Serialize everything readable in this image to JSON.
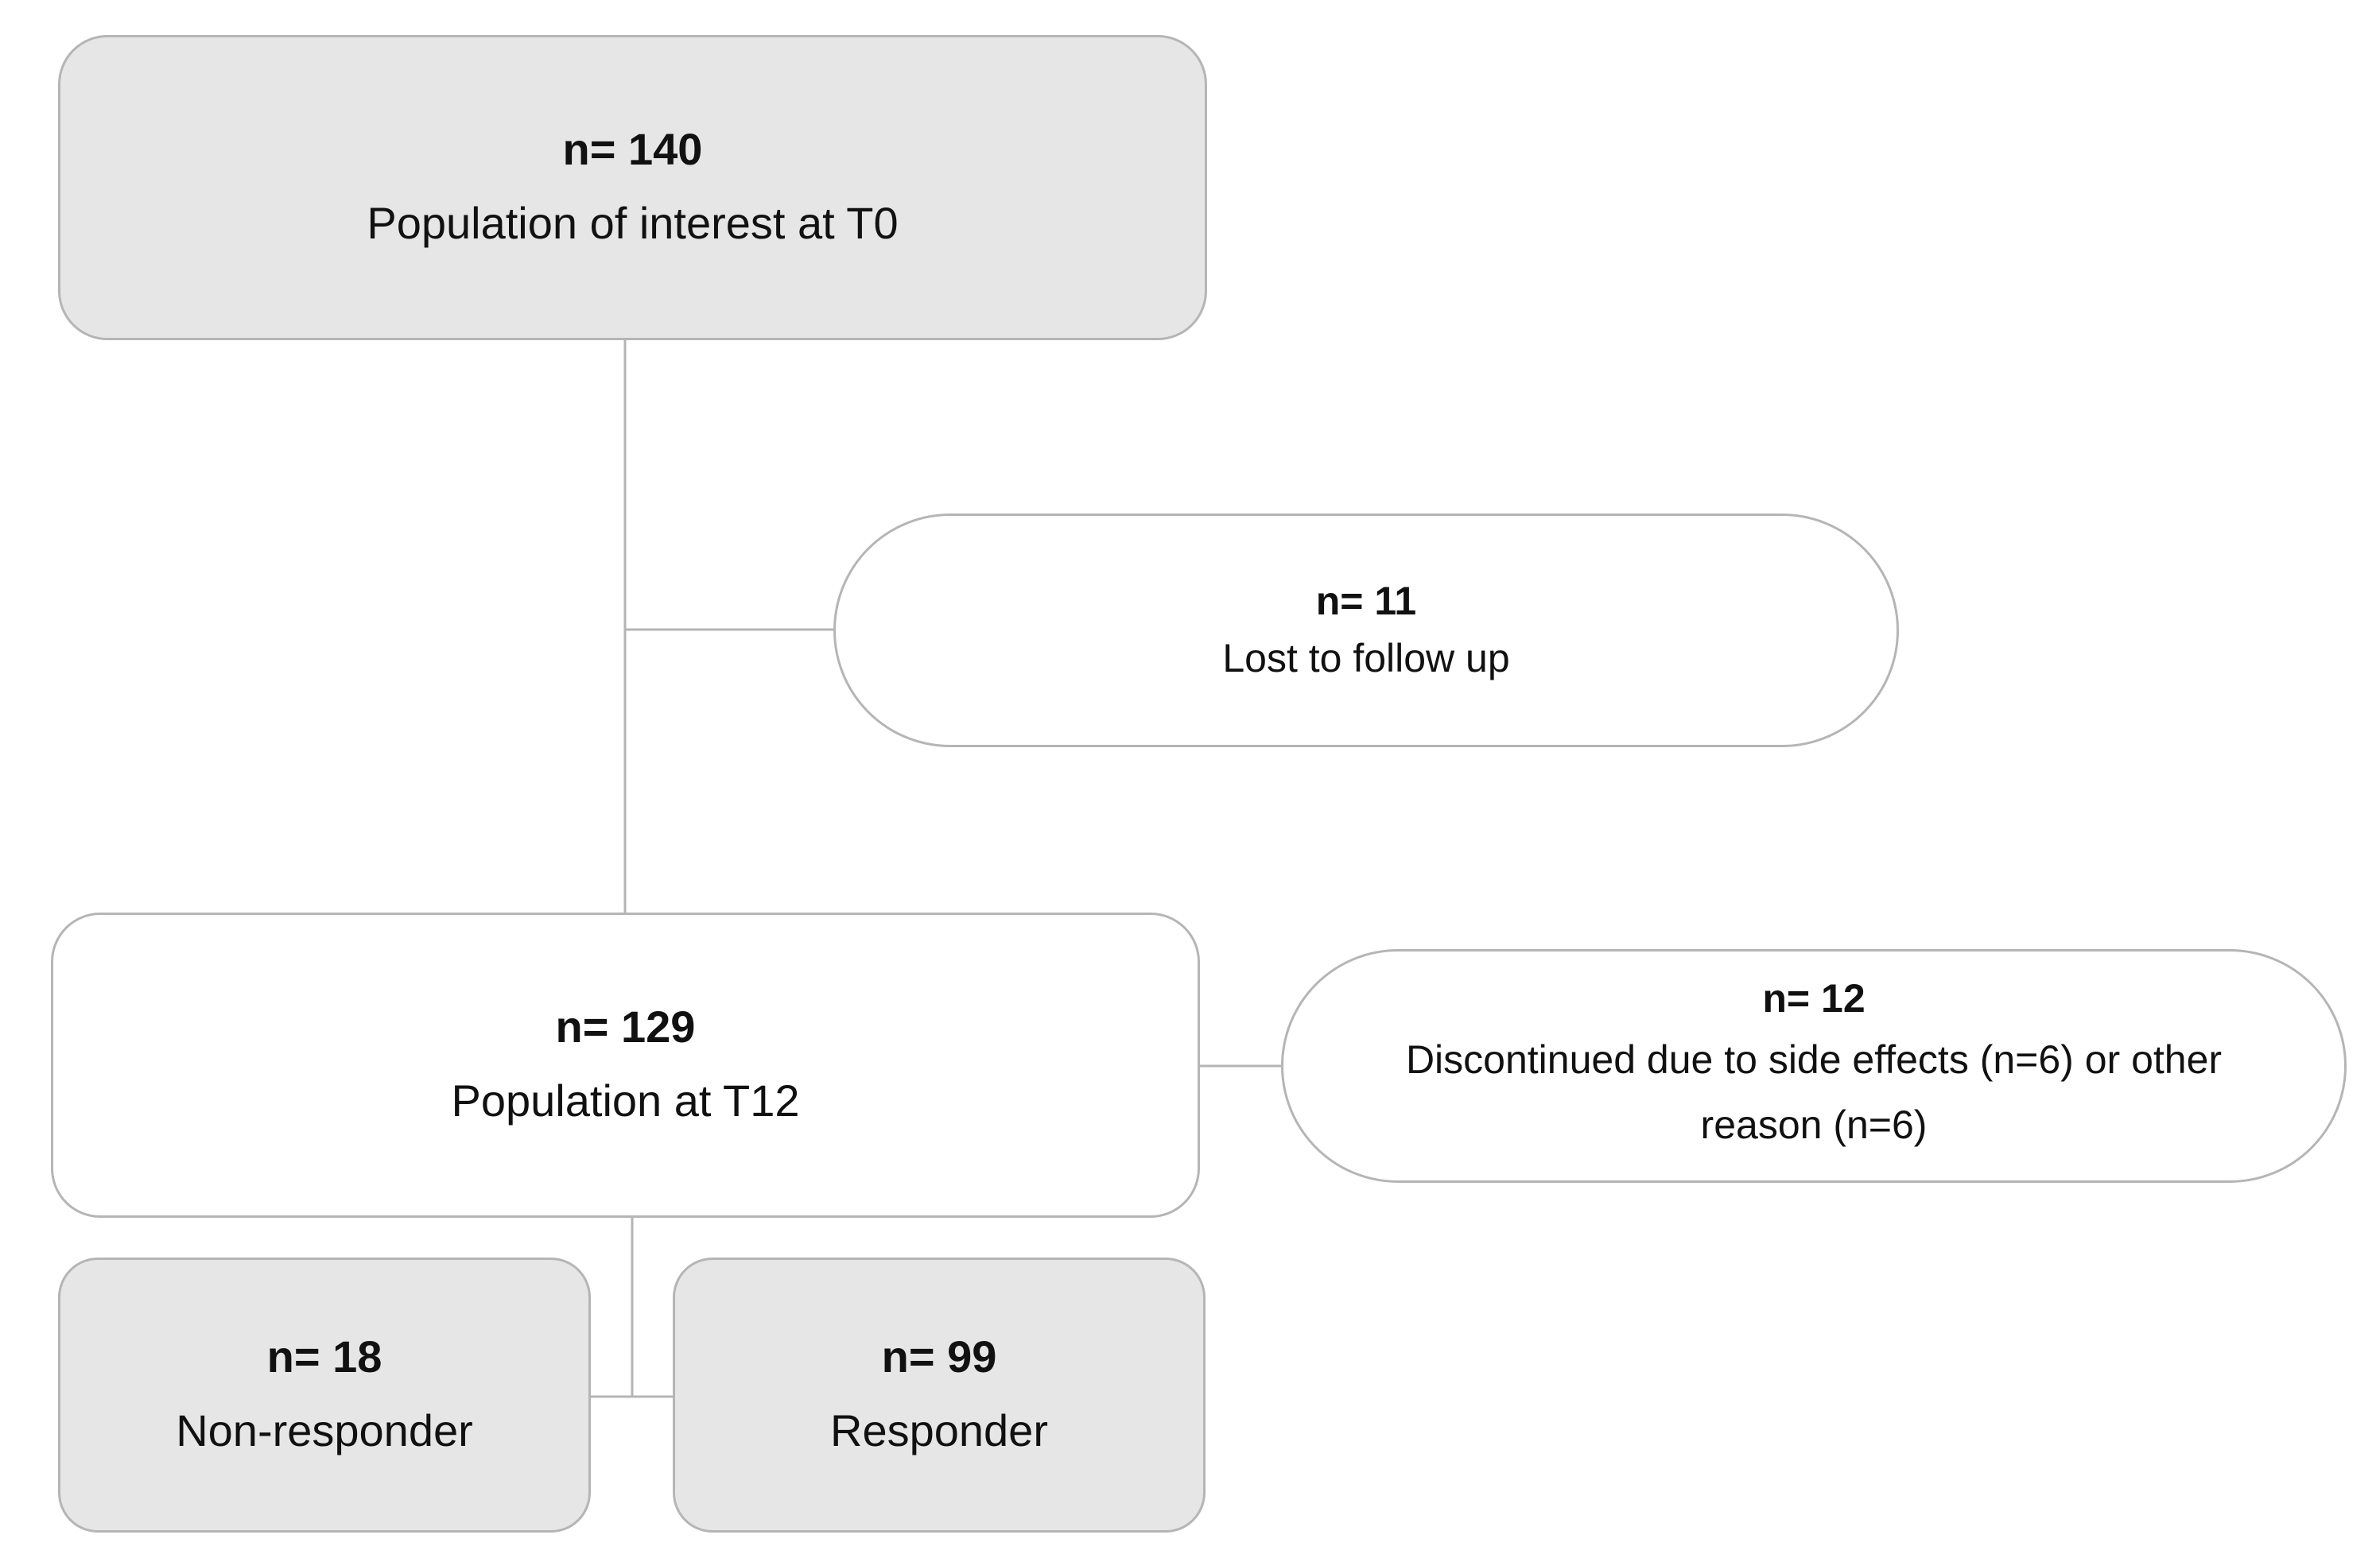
{
  "nodes": {
    "baseline": {
      "count": "n= 140",
      "label": "Population of interest at T0"
    },
    "lost": {
      "count": "n= 11",
      "label": "Lost to follow up"
    },
    "t12": {
      "count": "n= 129",
      "label": "Population at T12"
    },
    "discontinued": {
      "count": "n= 12",
      "label": "Discontinued due to side effects (n=6) or other reason (n=6)"
    },
    "non_responder": {
      "count": "n= 18",
      "label": "Non-responder"
    },
    "responder": {
      "count": "n= 99",
      "label": "Responder"
    }
  },
  "colors": {
    "filled_box": "#e6e6e6",
    "outline": "#b5b5b5",
    "connector": "#b5b5b5",
    "text": "#111111"
  }
}
